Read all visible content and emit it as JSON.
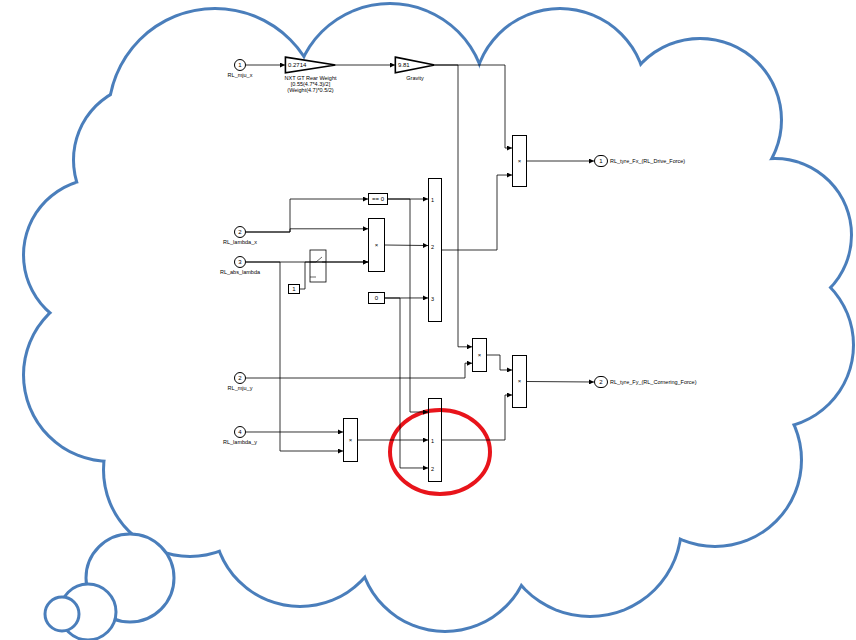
{
  "diagram": {
    "nodes": [
      {
        "text": [
          "1",
          "RL_mju_x"
        ]
      },
      {
        "text": [
          "0.2714",
          "NXT GT Rear Weight [0.55(4.7*4.3)/2] (Weight(4.7)*0.5/2)"
        ]
      },
      {
        "text": [
          "9.81",
          "Gravity"
        ]
      },
      {
        "text": [
          "×"
        ]
      },
      {
        "text": [
          "1",
          "RL_tyre_Fx_(RL_Drive_Force)"
        ]
      },
      {
        "text": [
          "2",
          "RL_lambda_x"
        ]
      },
      {
        "text": [
          "3",
          "RL_abs_lambda"
        ]
      },
      {
        "text": [
          "== 0"
        ]
      },
      {
        "text": [
          "1"
        ]
      },
      {
        "text": [
          "×"
        ]
      },
      {
        "text": [
          "0"
        ]
      },
      {
        "text": [
          "1",
          "2",
          "3"
        ]
      },
      {
        "text": [
          "2",
          "RL_mju_y"
        ]
      },
      {
        "text": [
          "×"
        ]
      },
      {
        "text": [
          "×"
        ]
      },
      {
        "text": [
          "2",
          "RL_tyre_Fy_(RL_Cornering_Force)"
        ]
      },
      {
        "text": [
          "4",
          "RL_lambda_y"
        ]
      },
      {
        "text": [
          "×"
        ]
      },
      {
        "text": [
          "1",
          "2"
        ]
      }
    ],
    "edges": [
      {
        "from": 0,
        "to": 1,
        "arrow": "to"
      },
      {
        "from": 1,
        "to": 2,
        "arrow": "to"
      },
      {
        "from": 2,
        "to": 3,
        "arrow": "to"
      },
      {
        "from": 2,
        "to": 13,
        "arrow": "to"
      },
      {
        "from": 11,
        "to": 3,
        "arrow": "to"
      },
      {
        "from": 3,
        "to": 4,
        "arrow": "to"
      },
      {
        "from": 5,
        "to": 7,
        "arrow": "to"
      },
      {
        "from": 5,
        "to": 9,
        "arrow": "to"
      },
      {
        "from": 6,
        "to": 9,
        "arrow": "to"
      },
      {
        "from": 8,
        "to": 9,
        "arrow": "to"
      },
      {
        "from": 6,
        "to": 17,
        "arrow": "to"
      },
      {
        "from": 16,
        "to": 17,
        "arrow": "to"
      },
      {
        "from": 7,
        "to": 11,
        "arrow": "to"
      },
      {
        "from": 9,
        "to": 11,
        "arrow": "to"
      },
      {
        "from": 10,
        "to": 11,
        "arrow": "to"
      },
      {
        "from": 7,
        "to": 18,
        "arrow": "to"
      },
      {
        "from": 10,
        "to": 18,
        "arrow": "to"
      },
      {
        "from": 17,
        "to": 18,
        "arrow": "to"
      },
      {
        "from": 12,
        "to": 13,
        "arrow": "to"
      },
      {
        "from": 13,
        "to": 14,
        "arrow": "to"
      },
      {
        "from": 18,
        "to": 14,
        "arrow": "to"
      },
      {
        "from": 14,
        "to": 15,
        "arrow": "to"
      }
    ]
  }
}
